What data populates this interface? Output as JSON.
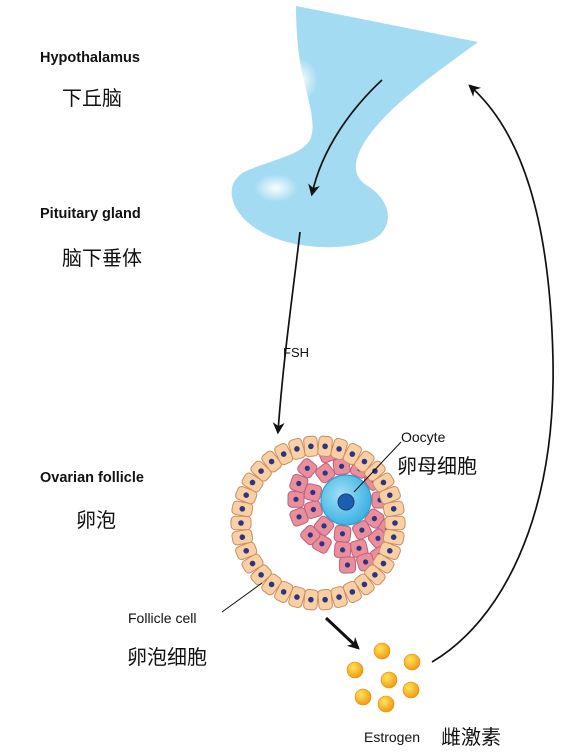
{
  "labels": {
    "hypothalamus": {
      "en": "Hypothalamus",
      "zh": "下丘脑"
    },
    "pituitary": {
      "en": "Pituitary gland",
      "zh": "脑下垂体"
    },
    "hormone_fsh": "FSH",
    "follicle": {
      "en": "Ovarian follicle",
      "zh": "卵泡"
    },
    "oocyte": {
      "en": "Oocyte",
      "zh": "卵母细胞"
    },
    "follicle_cell": {
      "en": "Follicle cell",
      "zh": "卵泡细胞"
    },
    "estrogen": {
      "en": "Estrogen",
      "zh": "雌激素"
    }
  },
  "colors": {
    "gland": "#a3dbf2",
    "follicle_cell": "#f9d0a6",
    "follicle_cell_edge": "#c98e5e",
    "cell_nucleus": "#2b3580",
    "granulosa_cell": "#e98e9d",
    "granulosa_edge": "#bf6078",
    "oocyte": "#5cc3ec",
    "oocyte_nucleus": "#1d5fae",
    "estrogen": "#f5a91e",
    "arrow": "#111111"
  }
}
